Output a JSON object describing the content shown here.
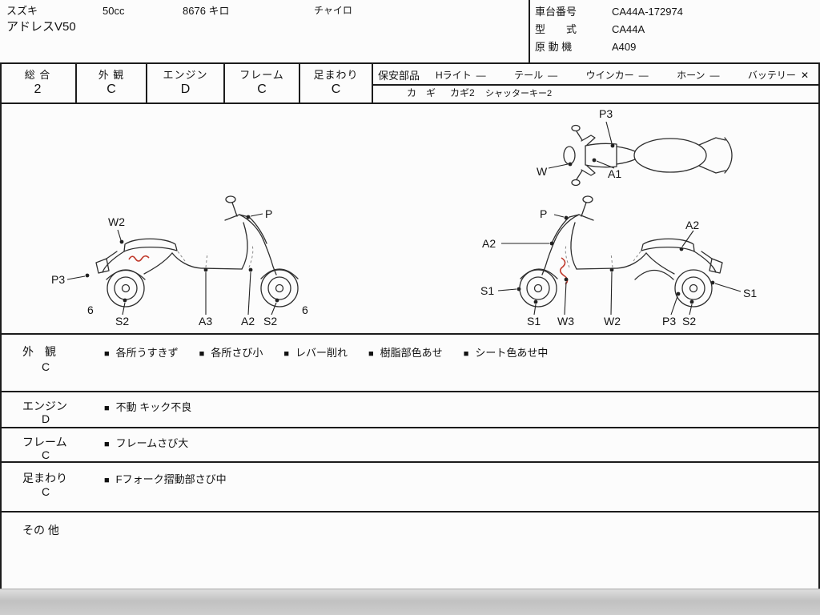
{
  "header": {
    "maker": "スズキ",
    "displacement": "50cc",
    "mileage": "8676 キロ",
    "color": "チャイロ",
    "model_name": "アドレスV50",
    "chassis_label": "車台番号",
    "chassis_value": "CA44A-172974",
    "type_label": "型　　式",
    "type_value": "CA44A",
    "engine_label": "原 動 機",
    "engine_value": "A409"
  },
  "ratings": [
    {
      "label": "総 合",
      "value": "2"
    },
    {
      "label": "外 観",
      "value": "C"
    },
    {
      "label": "エンジン",
      "value": "D"
    },
    {
      "label": "フレーム",
      "value": "C"
    },
    {
      "label": "足まわり",
      "value": "C"
    }
  ],
  "safety": {
    "label": "保安部品",
    "items": [
      {
        "name": "Hライト",
        "status": "—"
      },
      {
        "name": "テール",
        "status": "—"
      },
      {
        "name": "ウインカー",
        "status": "—"
      },
      {
        "name": "ホーン",
        "status": "—"
      },
      {
        "name": "バッテリー",
        "status": "✕"
      }
    ],
    "key_label": "カ　ギ",
    "key_value": "カギ2",
    "shutter_value": "シャッターキー2"
  },
  "diagram": {
    "top_labels": [
      "P3",
      "W",
      "A1"
    ],
    "left_labels": [
      "W2",
      "P",
      "P3",
      "6",
      "S2",
      "A3",
      "A2",
      "S2",
      "6"
    ],
    "right_labels": [
      "P",
      "A2",
      "A2",
      "S1",
      "S1",
      "S1",
      "W3",
      "W2",
      "P3",
      "S2"
    ]
  },
  "notes": [
    {
      "label": "外　観",
      "grade": "C",
      "items": [
        "各所うすきず",
        "各所さび小",
        "レバー削れ",
        "樹脂部色あせ",
        "シート色あせ中"
      ]
    },
    {
      "label": "エンジン",
      "grade": "D",
      "items": [
        "不動 キック不良"
      ]
    },
    {
      "label": "フレーム",
      "grade": "C",
      "items": [
        "フレームさび大"
      ]
    },
    {
      "label": "足まわり",
      "grade": "C",
      "items": [
        "Fフォーク摺動部さび中"
      ]
    },
    {
      "label": "その 他",
      "grade": "",
      "items": []
    }
  ]
}
